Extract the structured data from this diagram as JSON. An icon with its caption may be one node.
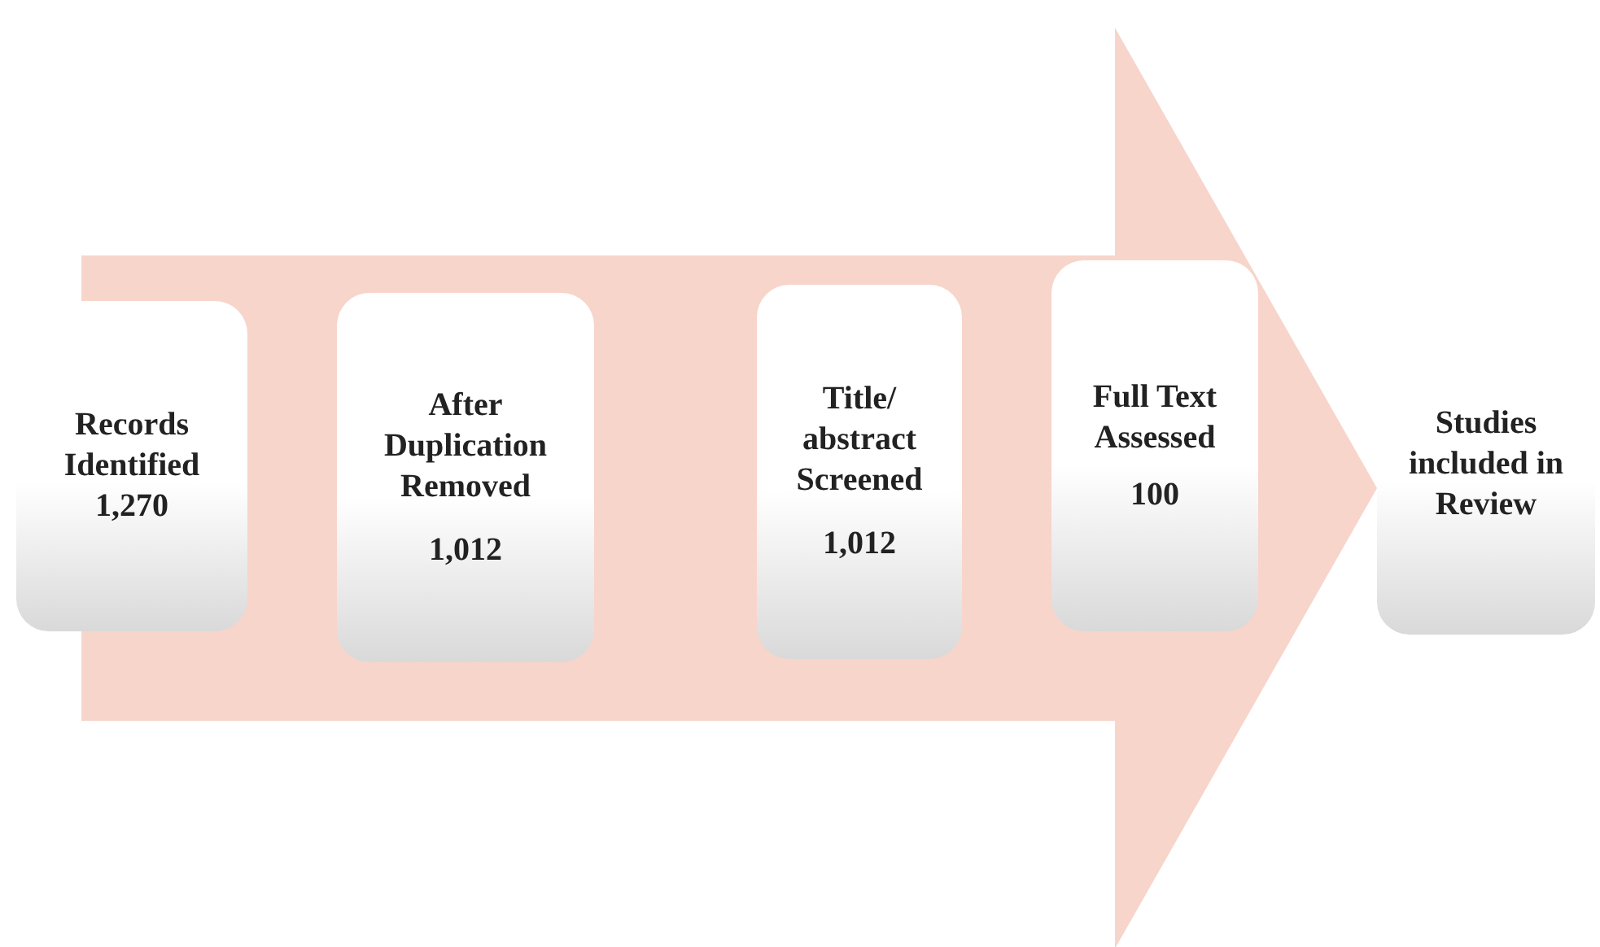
{
  "diagram": {
    "nodes": [
      {
        "text": [
          "Records Identified",
          "1,270"
        ]
      },
      {
        "text": [
          "After Duplication Removed",
          "1,012"
        ]
      },
      {
        "text": [
          "Title/ abstract Screened",
          "1,012"
        ]
      },
      {
        "text": [
          "Full Text Assessed",
          "100"
        ]
      },
      {
        "text": [
          "Studies included in Review"
        ]
      }
    ],
    "edges": [
      {
        "from": 0,
        "to": 4,
        "arrow": "to"
      }
    ]
  }
}
